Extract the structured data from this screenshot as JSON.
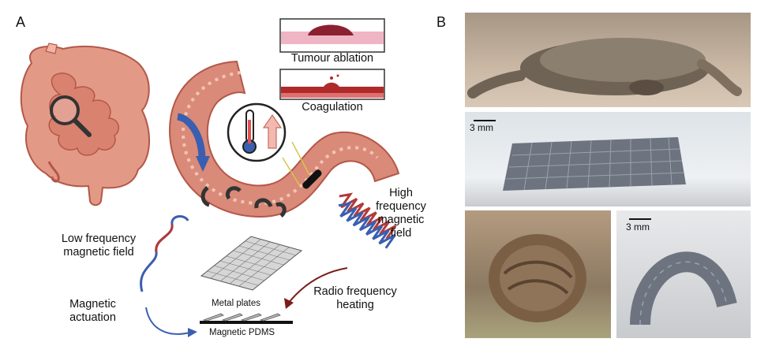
{
  "panel_a": {
    "letter": "A",
    "tumour_ablation": "Tumour ablation",
    "coagulation": "Coagulation",
    "high_freq": [
      "High",
      "frequency",
      "magnetic",
      "field"
    ],
    "low_freq": [
      "Low frequency",
      "magnetic field"
    ],
    "magnetic_actuation": [
      "Magnetic",
      "actuation"
    ],
    "metal_plates": "Metal plates",
    "magnetic_pdms": "Magnetic PDMS",
    "rf_heating": [
      "Radio frequency",
      "heating"
    ]
  },
  "panel_b": {
    "letter": "B",
    "scale_1": "3 mm",
    "scale_2": "3 mm"
  },
  "colors": {
    "intestine": "#d98a78",
    "intestine_dark": "#b4574a",
    "blue_wave": "#3a5fb0",
    "red_wave": "#b23a3a"
  }
}
